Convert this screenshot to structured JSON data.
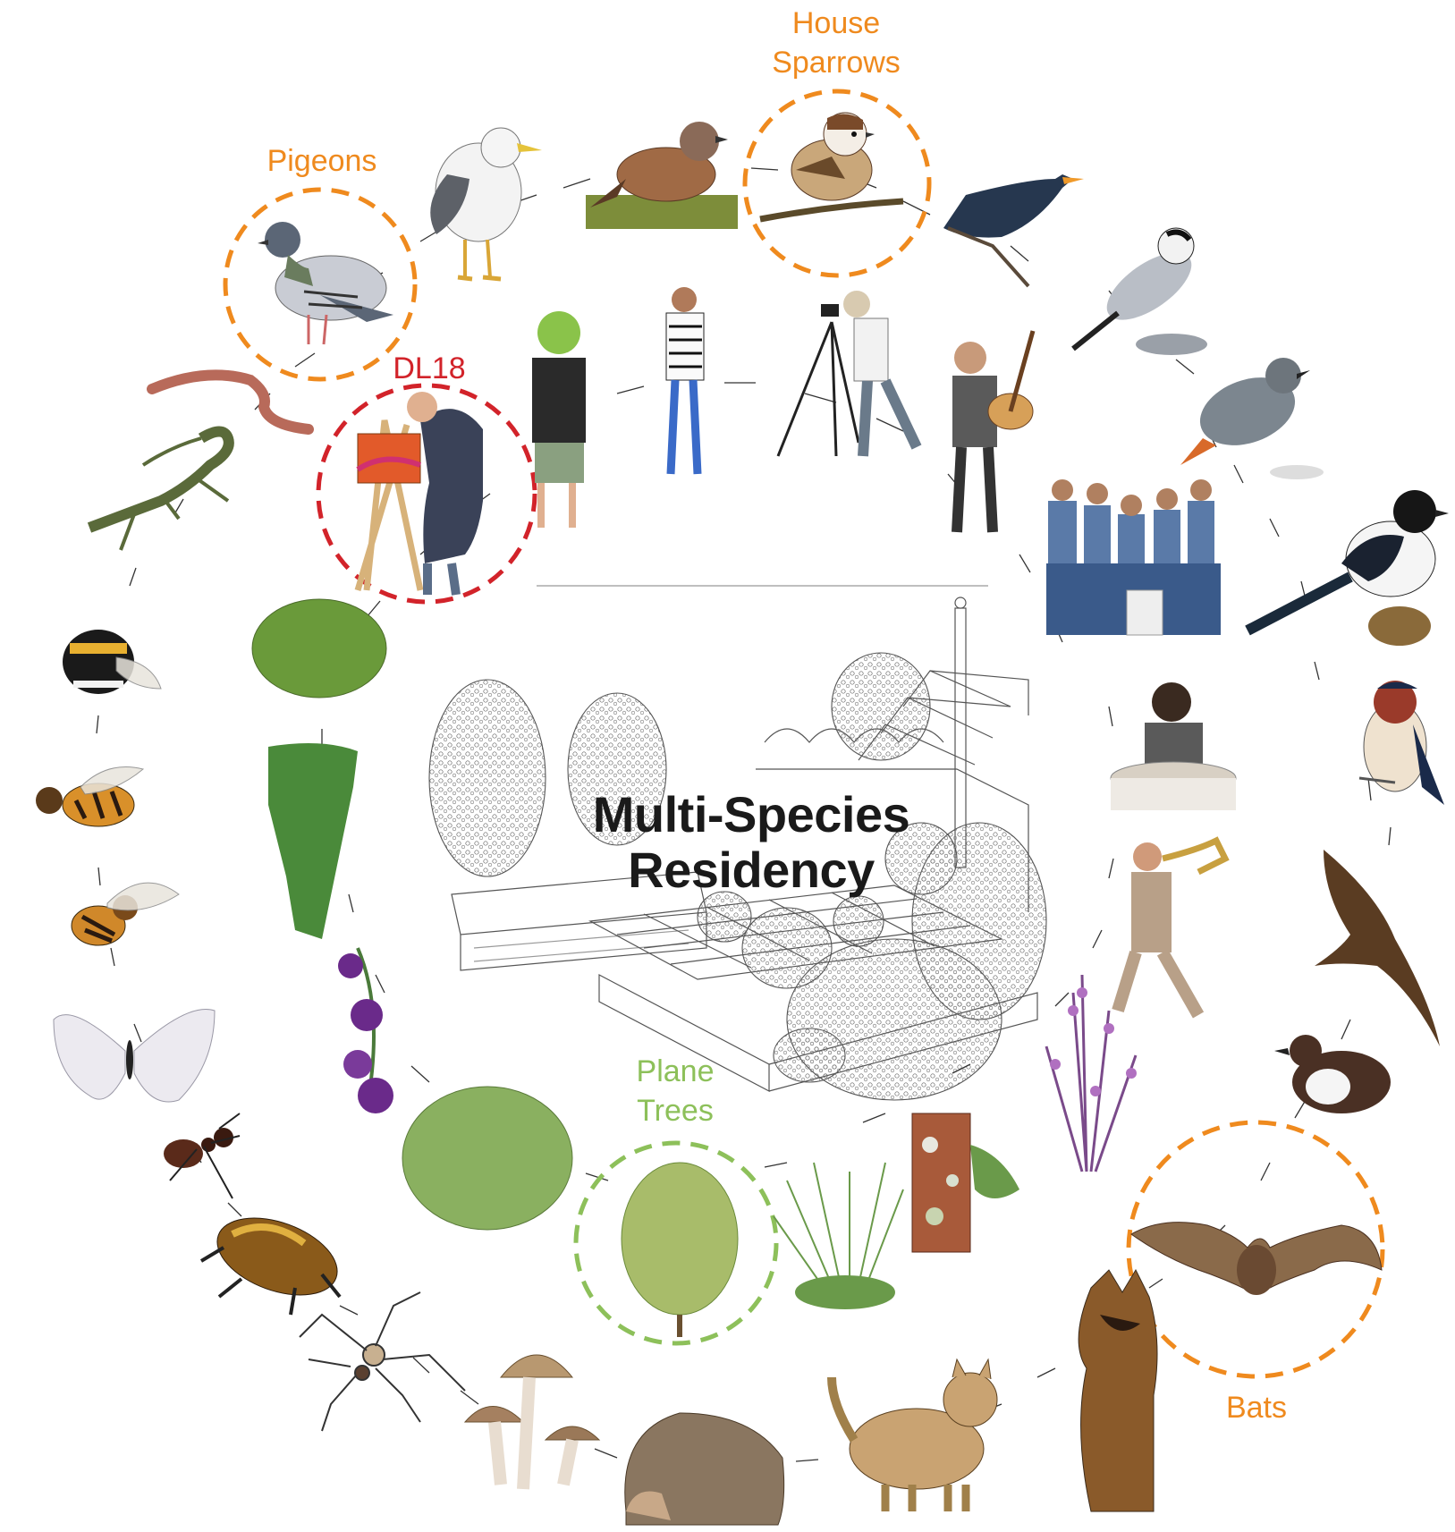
{
  "diagram": {
    "title_line1": "Multi-Species",
    "title_line2": "Residency",
    "highlights": {
      "pigeons": "Pigeons",
      "house_sparrows_line1": "House",
      "house_sparrows_line2": "Sparrows",
      "dl18": "DL18",
      "plane_trees_line1": "Plane",
      "plane_trees_line2": "Trees",
      "bats": "Bats"
    },
    "colors": {
      "highlight_orange": "#ef8a1e",
      "highlight_red": "#d2232a",
      "highlight_green": "#8dc05a",
      "connector": "#333333",
      "sketch": "#555555"
    },
    "outer_ring": [
      {
        "species": "gull",
        "icon": "gull-icon"
      },
      {
        "species": "sparrow",
        "icon": "sparrow-icon"
      },
      {
        "species": "house-sparrow",
        "icon": "house-sparrow-icon"
      },
      {
        "species": "blackbird",
        "icon": "blackbird-icon"
      },
      {
        "species": "wagtail",
        "icon": "wagtail-icon"
      },
      {
        "species": "redstart",
        "icon": "redstart-icon"
      },
      {
        "species": "magpie",
        "icon": "magpie-icon"
      },
      {
        "species": "swallow",
        "icon": "swallow-icon"
      },
      {
        "species": "swift",
        "icon": "swift-icon"
      },
      {
        "species": "dipper",
        "icon": "dipper-icon"
      },
      {
        "species": "bat",
        "icon": "bat-icon"
      },
      {
        "species": "dog",
        "icon": "dog-icon"
      },
      {
        "species": "cat",
        "icon": "cat-icon"
      },
      {
        "species": "hedgehog",
        "icon": "hedgehog-icon"
      },
      {
        "species": "mushrooms",
        "icon": "mushroom-icon"
      },
      {
        "species": "spider",
        "icon": "spider-icon"
      },
      {
        "species": "beetle",
        "icon": "beetle-icon"
      },
      {
        "species": "ant",
        "icon": "ant-icon"
      },
      {
        "species": "butterfly",
        "icon": "butterfly-icon"
      },
      {
        "species": "hornet",
        "icon": "hornet-icon"
      },
      {
        "species": "honeybee",
        "icon": "honeybee-icon"
      },
      {
        "species": "bumblebee",
        "icon": "bumblebee-icon"
      },
      {
        "species": "lizard",
        "icon": "lizard-icon"
      },
      {
        "species": "earthworm",
        "icon": "earthworm-icon"
      },
      {
        "species": "pigeon",
        "icon": "pigeon-icon"
      }
    ],
    "inner_ring": [
      {
        "species": "painter",
        "icon": "painter-icon"
      },
      {
        "species": "person-green-hair",
        "icon": "person-icon"
      },
      {
        "species": "fashion-model",
        "icon": "model-icon"
      },
      {
        "species": "photographer",
        "icon": "photographer-icon"
      },
      {
        "species": "guitarist",
        "icon": "guitarist-icon"
      },
      {
        "species": "band",
        "icon": "band-icon"
      },
      {
        "species": "potter",
        "icon": "potter-icon"
      },
      {
        "species": "saxophonist",
        "icon": "saxophonist-icon"
      },
      {
        "species": "heather",
        "icon": "heather-icon"
      },
      {
        "species": "lichen-wall",
        "icon": "lichen-icon"
      },
      {
        "species": "grass",
        "icon": "grass-icon"
      },
      {
        "species": "plane-tree",
        "icon": "plane-tree-icon"
      },
      {
        "species": "shrub",
        "icon": "shrub-icon"
      },
      {
        "species": "morning-glory",
        "icon": "flower-icon"
      },
      {
        "species": "ivy",
        "icon": "ivy-icon"
      },
      {
        "species": "moss",
        "icon": "moss-icon"
      }
    ]
  }
}
